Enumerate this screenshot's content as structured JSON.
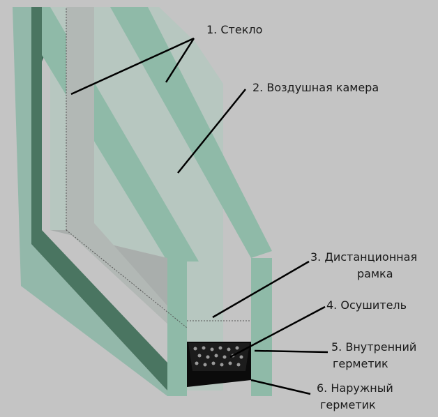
{
  "labels": {
    "glass": "1. Стекло",
    "air_chamber": "2. Воздушная камера",
    "spacer_line1": "3. Дистанционная",
    "spacer_line2": "рамка",
    "desiccant": "4. Осушитель",
    "inner_sealant_line1": "5. Внутренний",
    "inner_sealant_line2": "герметик",
    "outer_sealant_line1": "6. Наружный",
    "outer_sealant_line2": "герметик"
  },
  "colors": {
    "background": "#c4c4c4",
    "glass": "#8fbaa8",
    "glass_dark": "#3f6a57",
    "chamber": "#b7c7c0",
    "frame": "#a9aeac",
    "sealant": "#0b0b0b",
    "leader": "#000000"
  }
}
